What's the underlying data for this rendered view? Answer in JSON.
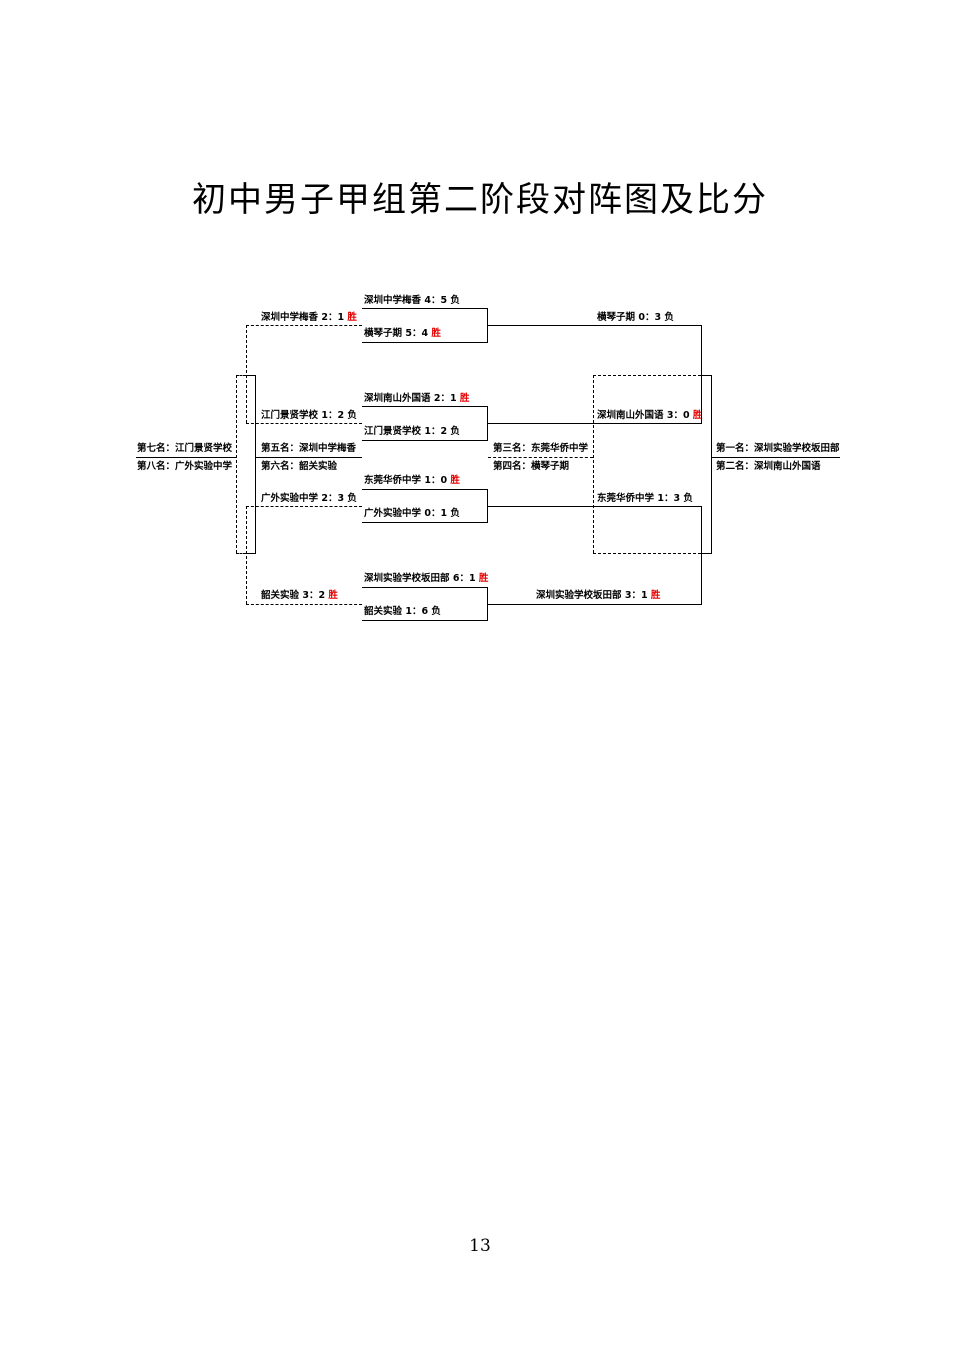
{
  "page": {
    "title": "初中男子甲组第二阶段对阵图及比分",
    "page_number": "13"
  },
  "colors": {
    "result_highlight": "#e60000",
    "line": "#000000"
  },
  "bracket": {
    "matches": {
      "qf1_top": {
        "team": "深圳中学梅香",
        "score": "4：5",
        "result": "负"
      },
      "qf1_bottom": {
        "team": "横琴子期",
        "score": "5：4",
        "result": "胜"
      },
      "qf2_top": {
        "team": "深圳南山外国语",
        "score": "2：1",
        "result": "胜"
      },
      "qf2_bottom": {
        "team": "江门景贤学校",
        "score": "1：2",
        "result": "负"
      },
      "qf3_top": {
        "team": "东莞华侨中学",
        "score": "1：0",
        "result": "胜"
      },
      "qf3_bottom": {
        "team": "广外实验中学",
        "score": "0：1",
        "result": "负"
      },
      "qf4_top": {
        "team": "深圳实验学校坂田部",
        "score": "6：1",
        "result": "胜"
      },
      "qf4_bottom": {
        "team": "韶关实验",
        "score": "1：6",
        "result": "负"
      },
      "sf1_top": {
        "team": "横琴子期",
        "score": "0：3",
        "result": "负"
      },
      "sf1_bottom": {
        "team": "深圳南山外国语",
        "score": "3：0",
        "result": "胜"
      },
      "sf2_top": {
        "team": "东莞华侨中学",
        "score": "1：3",
        "result": "负"
      },
      "sf2_bottom": {
        "team": "深圳实验学校坂田部",
        "score": "3：1",
        "result": "胜"
      },
      "cons1_top": {
        "team": "深圳中学梅香",
        "score": "2：1",
        "result": "胜"
      },
      "cons1_bottom": {
        "team": "江门景贤学校",
        "score": "1：2",
        "result": "负"
      },
      "cons2_top": {
        "team": "广外实验中学",
        "score": "2：3",
        "result": "负"
      },
      "cons2_bottom": {
        "team": "韶关实验",
        "score": "3：2",
        "result": "胜"
      }
    },
    "placements": {
      "seventh": "第七名：江门景贤学校",
      "eighth": "第八名：广外实验中学",
      "fifth": "第五名：深圳中学梅香",
      "sixth": "第六名：韶关实验",
      "third": "第三名：东莞华侨中学",
      "fourth": "第四名：横琴子期",
      "first": "第一名：深圳实验学校坂田部",
      "second": "第二名：深圳南山外国语"
    }
  }
}
